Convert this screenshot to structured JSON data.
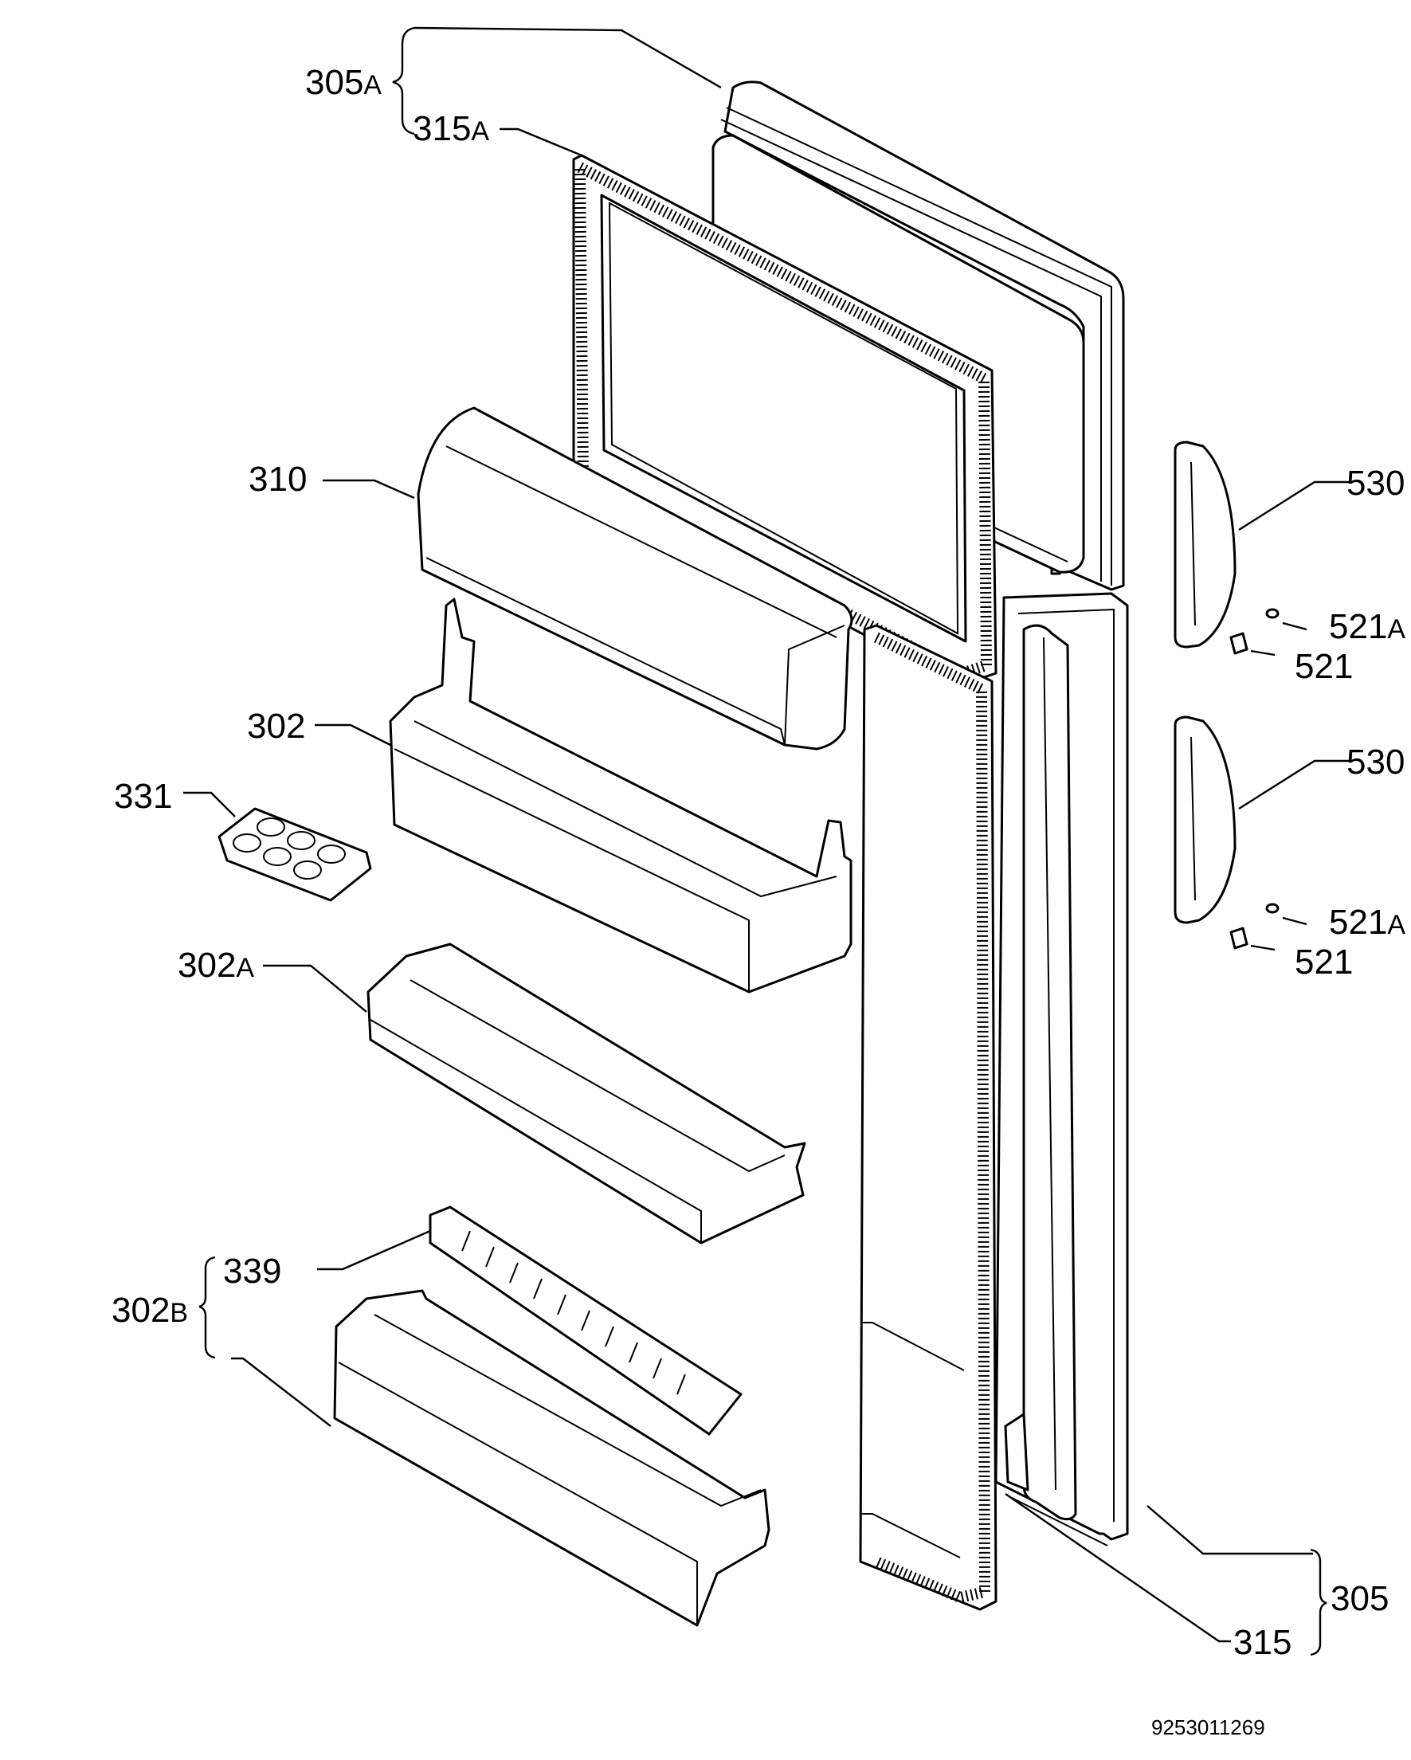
{
  "labels": {
    "l305a": {
      "num": "305",
      "suf": "A"
    },
    "l315a": {
      "num": "315",
      "suf": "A"
    },
    "l310": {
      "num": "310",
      "suf": ""
    },
    "l302": {
      "num": "302",
      "suf": ""
    },
    "l331": {
      "num": "331",
      "suf": ""
    },
    "l302a": {
      "num": "302",
      "suf": "A"
    },
    "l339": {
      "num": "339",
      "suf": ""
    },
    "l302b": {
      "num": "302",
      "suf": "B"
    },
    "l530_top": {
      "num": "530",
      "suf": ""
    },
    "l521a_top": {
      "num": "521",
      "suf": "A"
    },
    "l521_top": {
      "num": "521",
      "suf": ""
    },
    "l530_bottom": {
      "num": "530",
      "suf": ""
    },
    "l521a_bottom": {
      "num": "521",
      "suf": "A"
    },
    "l521_bottom": {
      "num": "521",
      "suf": ""
    },
    "l305": {
      "num": "305",
      "suf": ""
    },
    "l315": {
      "num": "315",
      "suf": ""
    }
  },
  "document_number": "9253011269"
}
